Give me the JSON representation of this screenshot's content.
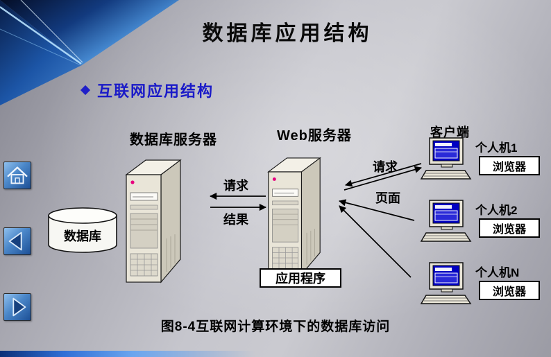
{
  "title": "数据库应用结构",
  "bullet": {
    "text": "互联网应用结构"
  },
  "caption": "图8-4互联网计算环境下的数据库访问",
  "diagram": {
    "db_server_label": "数据库服务器",
    "web_server_label": "Web服务器",
    "clients_label": "客户端",
    "database_label": "数据库",
    "app_box_label": "应用程序",
    "arrows": {
      "request_between_servers": "请求",
      "result": "结果",
      "request_from_clients": "请求",
      "page": "页面"
    },
    "clients": [
      {
        "name": "个人机1",
        "browser": "浏览器"
      },
      {
        "name": "个人机2",
        "browser": "浏览器"
      },
      {
        "name": "个人机N",
        "browser": "浏览器"
      }
    ]
  },
  "nav": {
    "home_icon": "home-icon",
    "back_icon": "back-triangle-icon",
    "forward_icon": "forward-triangle-icon"
  },
  "colors": {
    "bullet_blue": "#1a1ac8",
    "screen_blue": "#0000c2",
    "nav_blue_light": "#8fc0ee",
    "nav_blue_dark": "#1c4f96",
    "led_pink": "#e8007e"
  }
}
